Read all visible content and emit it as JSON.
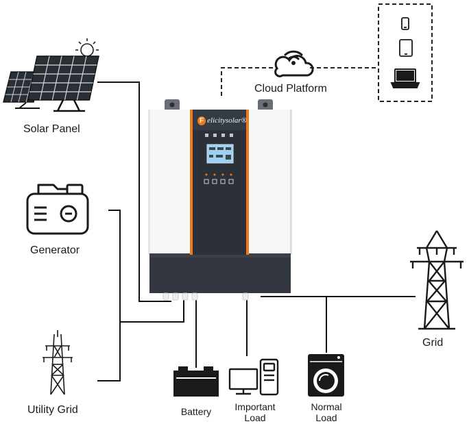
{
  "diagram": {
    "solar_panel": {
      "label": "Solar Panel",
      "icon": "solar-panel-icon"
    },
    "sun": {
      "icon": "sun-icon"
    },
    "generator": {
      "label": "Generator",
      "icon": "generator-icon"
    },
    "utility_grid": {
      "label": "Utility Grid",
      "icon": "utility-pylon-icon"
    },
    "cloud_platform": {
      "label": "Cloud Platform",
      "icon": "cloud-wifi-icon"
    },
    "devices": {
      "icons": [
        "smartphone-icon",
        "tablet-icon",
        "laptop-icon"
      ]
    },
    "grid": {
      "label": "Grid",
      "icon": "transmission-tower-icon"
    },
    "battery": {
      "label": "Battery",
      "icon": "battery-icon"
    },
    "important_load": {
      "label_lines": [
        "Important",
        "Load"
      ],
      "icon": "desktop-computer-icon"
    },
    "normal_load": {
      "label_lines": [
        "Normal",
        "Load"
      ],
      "icon": "washing-machine-icon"
    },
    "inverter": {
      "brand": "elicitysolar®",
      "brand_initial": "F"
    }
  },
  "colors": {
    "line": "#111111",
    "inverter_body": "#f7f7f7",
    "inverter_panel": "#2c3138",
    "inverter_accent": "#f07a1a",
    "lcd": "#9fd0ef"
  }
}
